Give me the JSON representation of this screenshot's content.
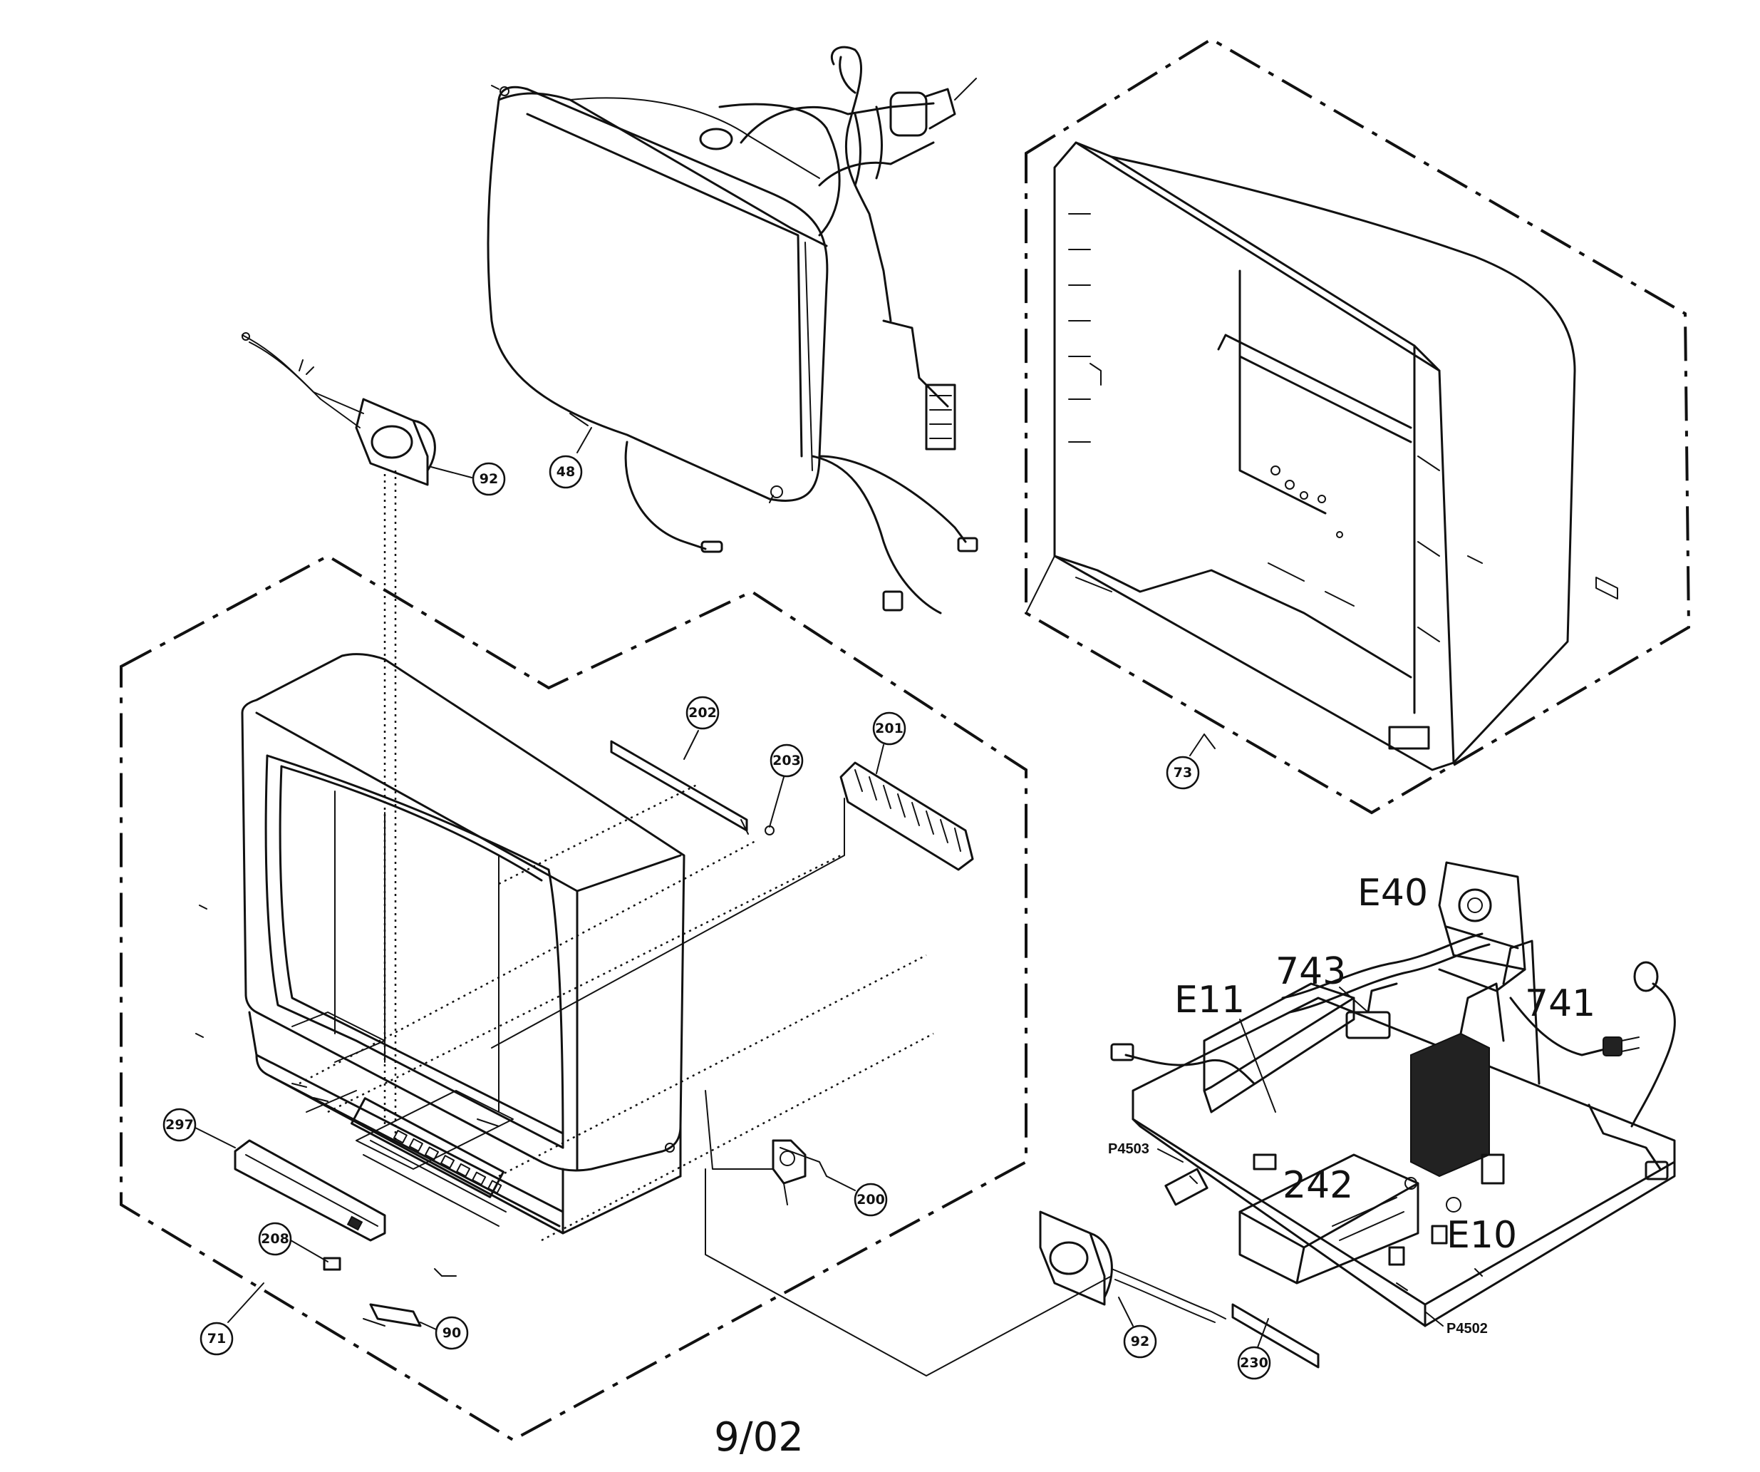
{
  "callouts": {
    "c92a": "92",
    "c48": "48",
    "c73": "73",
    "c202": "202",
    "c203": "203",
    "c201": "201",
    "c297": "297",
    "c208": "208",
    "c90": "90",
    "c71": "71",
    "c200": "200",
    "c92b": "92",
    "c230": "230"
  },
  "labels": {
    "e40": "E40",
    "e11": "E11",
    "n743": "743",
    "n741": "741",
    "n242": "242",
    "e10": "E10",
    "p4503": "P4503",
    "p4502": "P4502"
  },
  "footer": {
    "date": "9/02"
  }
}
